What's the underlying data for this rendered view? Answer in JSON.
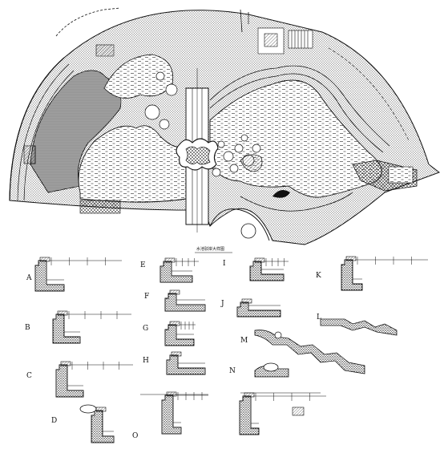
{
  "drawing": {
    "caption": "水池驳岸大样图",
    "section_labels": [
      "A",
      "B",
      "C",
      "D",
      "E",
      "F",
      "G",
      "H",
      "I",
      "J",
      "K",
      "L",
      "M",
      "N",
      "O"
    ]
  },
  "colors": {
    "ink": "#111111",
    "paper": "#ffffff"
  }
}
